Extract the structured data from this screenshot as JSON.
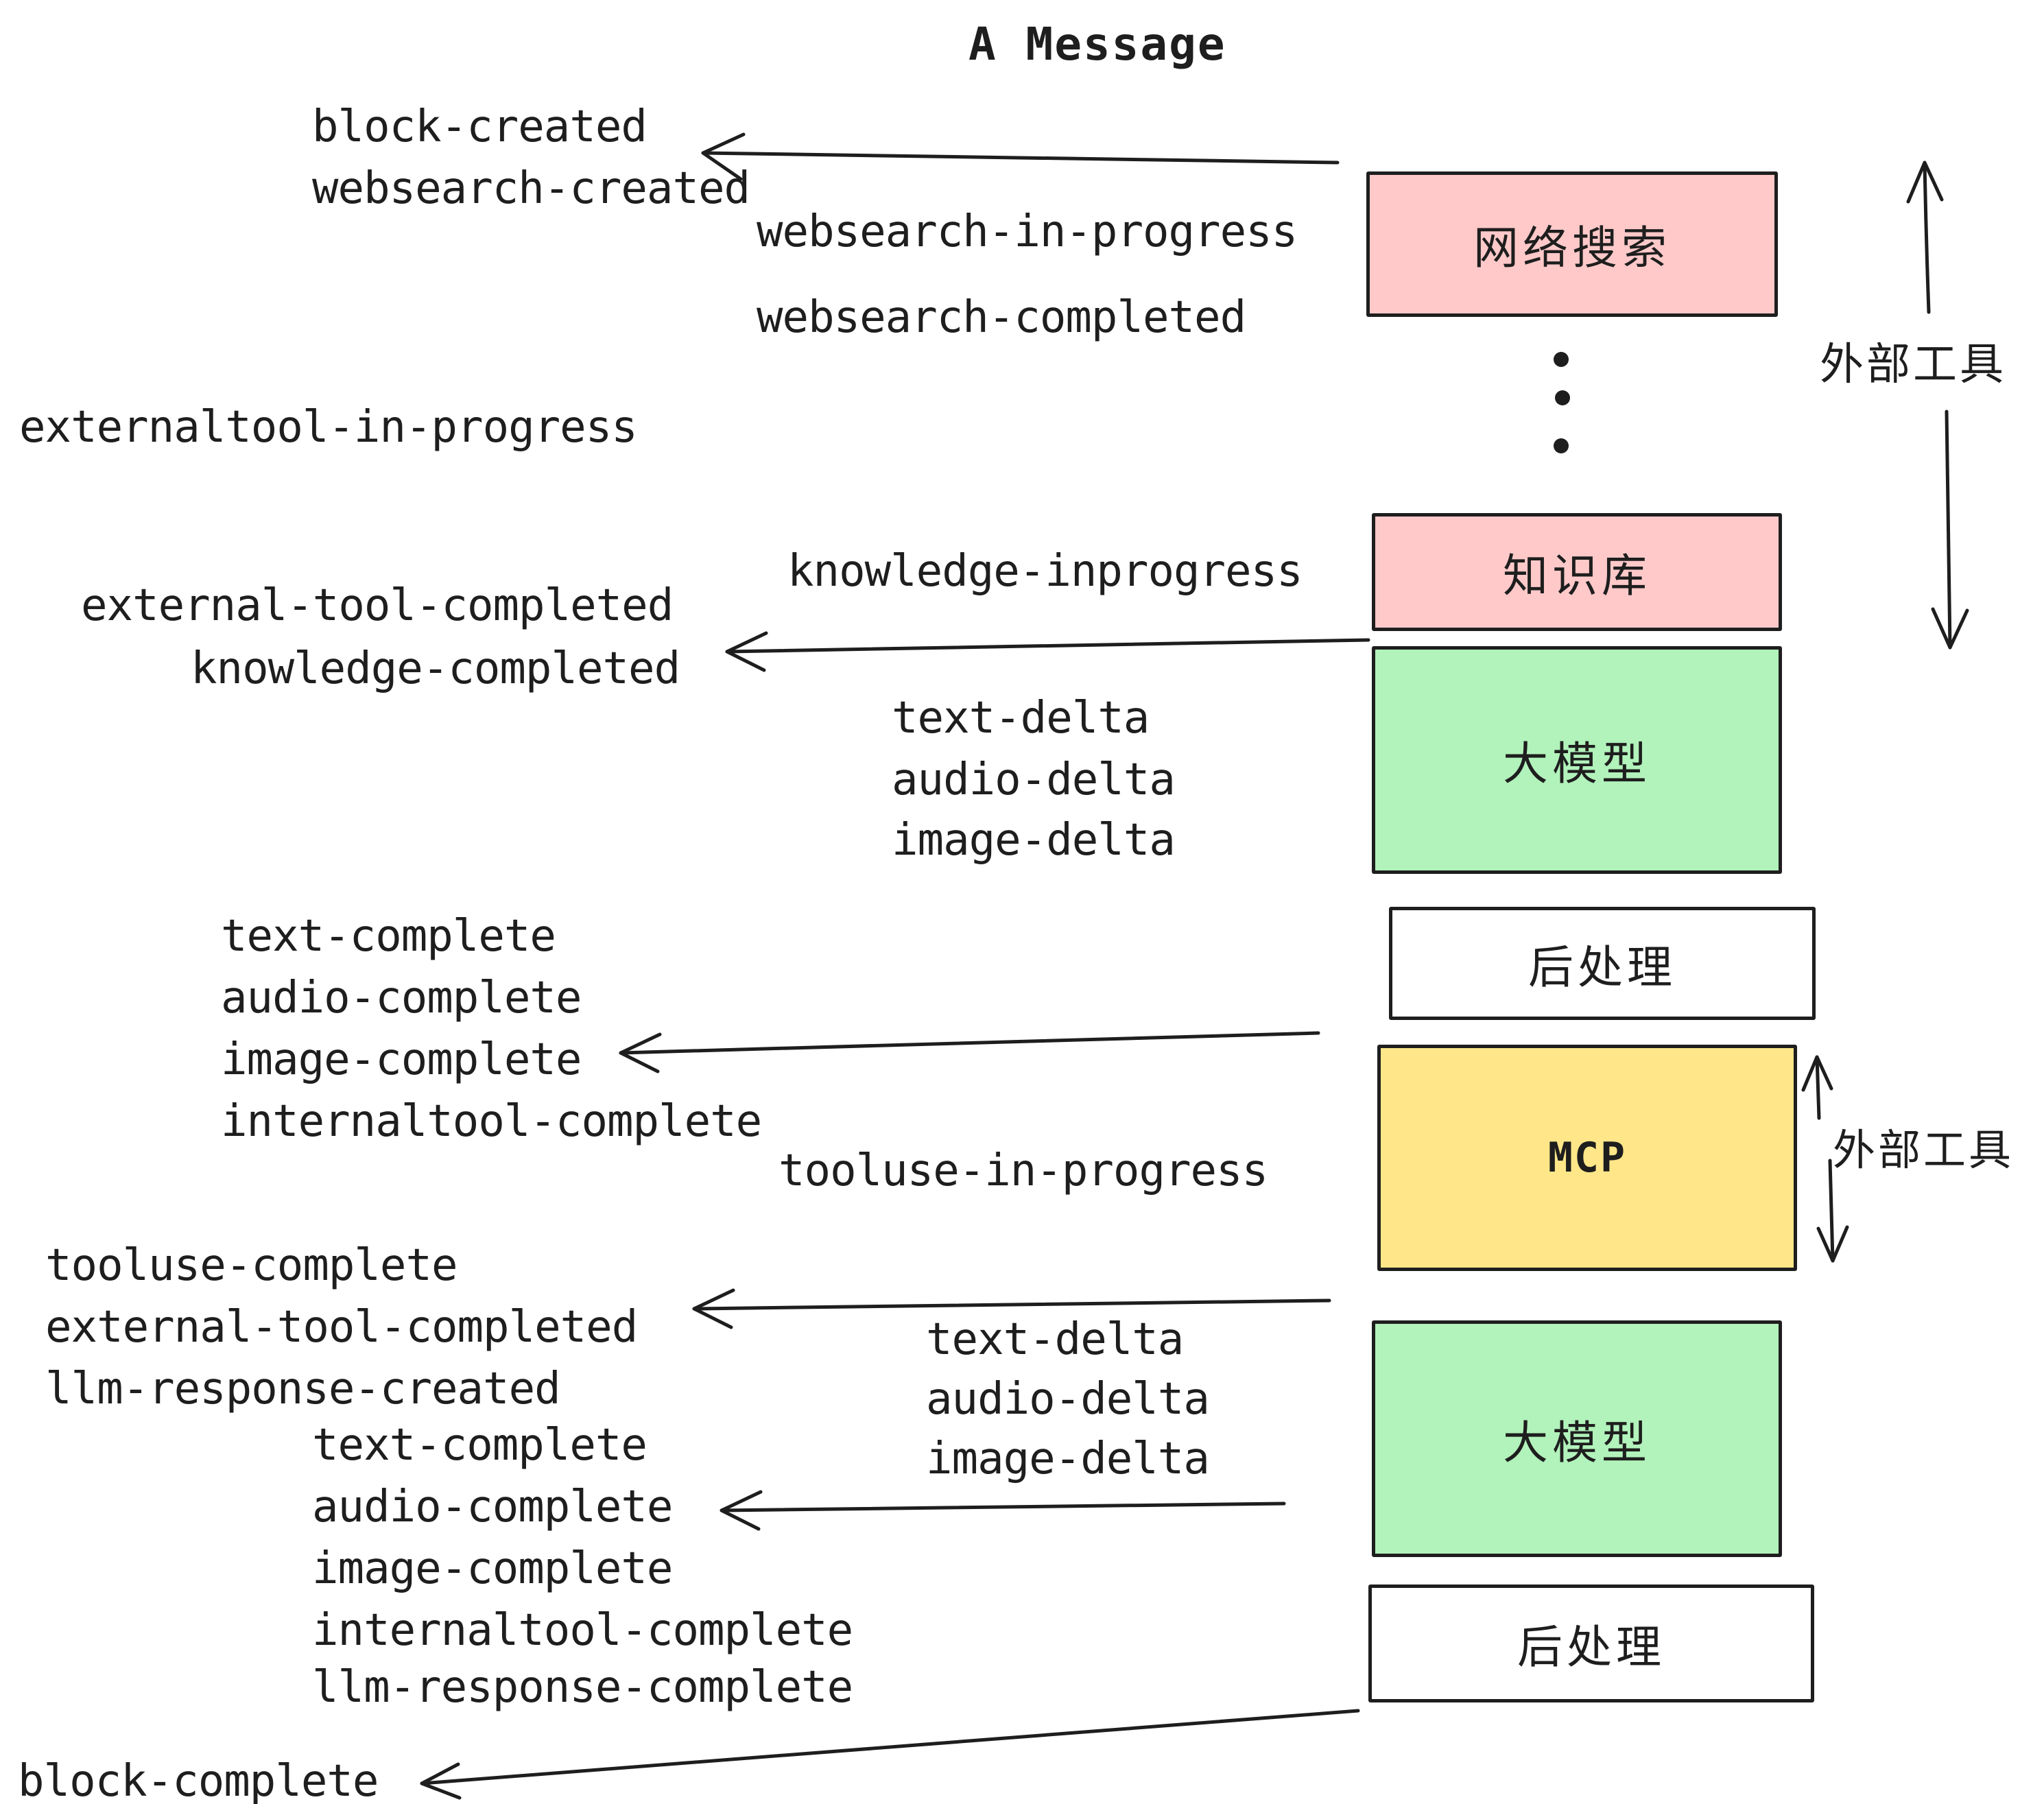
{
  "title": "A Message",
  "palette": {
    "ink": "#1e1e1e",
    "pink": "#ffc9c9",
    "green": "#b2f2bb",
    "yellow": "#ffe789",
    "white": "#ffffff"
  },
  "timeline_events": {
    "block_created": "block-created",
    "websearch_created": "websearch-created",
    "websearch_in_progress": "websearch-in-progress",
    "websearch_completed": "websearch-completed",
    "externaltool_in_progress": "externaltool-in-progress",
    "knowledge_inprogress": "knowledge-inprogress",
    "external_tool_completed": "external-tool-completed",
    "knowledge_completed": "knowledge-completed",
    "text_delta": "text-delta",
    "audio_delta": "audio-delta",
    "image_delta": "image-delta",
    "text_complete": "text-complete",
    "audio_complete": "audio-complete",
    "image_complete": "image-complete",
    "internaltool_complete": "internaltool-complete",
    "tooluse_in_progress": "tooluse-in-progress",
    "tooluse_complete": "tooluse-complete",
    "llm_response_created": "llm-response-created",
    "llm_response_complete": "llm-response-complete",
    "block_complete": "block-complete"
  },
  "pipeline": {
    "boxes": [
      {
        "id": "websearch",
        "label": "网络搜索",
        "color": "#ffc9c9"
      },
      {
        "id": "knowledge",
        "label": "知识库",
        "color": "#ffc9c9"
      },
      {
        "id": "llm_1",
        "label": "大模型",
        "color": "#b2f2bb"
      },
      {
        "id": "postprocess_1",
        "label": "后处理",
        "color": "#ffffff"
      },
      {
        "id": "mcp",
        "label": "MCP",
        "color": "#ffe789"
      },
      {
        "id": "llm_2",
        "label": "大模型",
        "color": "#b2f2bb"
      },
      {
        "id": "postprocess_2",
        "label": "后处理",
        "color": "#ffffff"
      }
    ]
  },
  "annotations": {
    "external_tools_top": "外部工具",
    "external_tools_mid": "外部工具"
  }
}
